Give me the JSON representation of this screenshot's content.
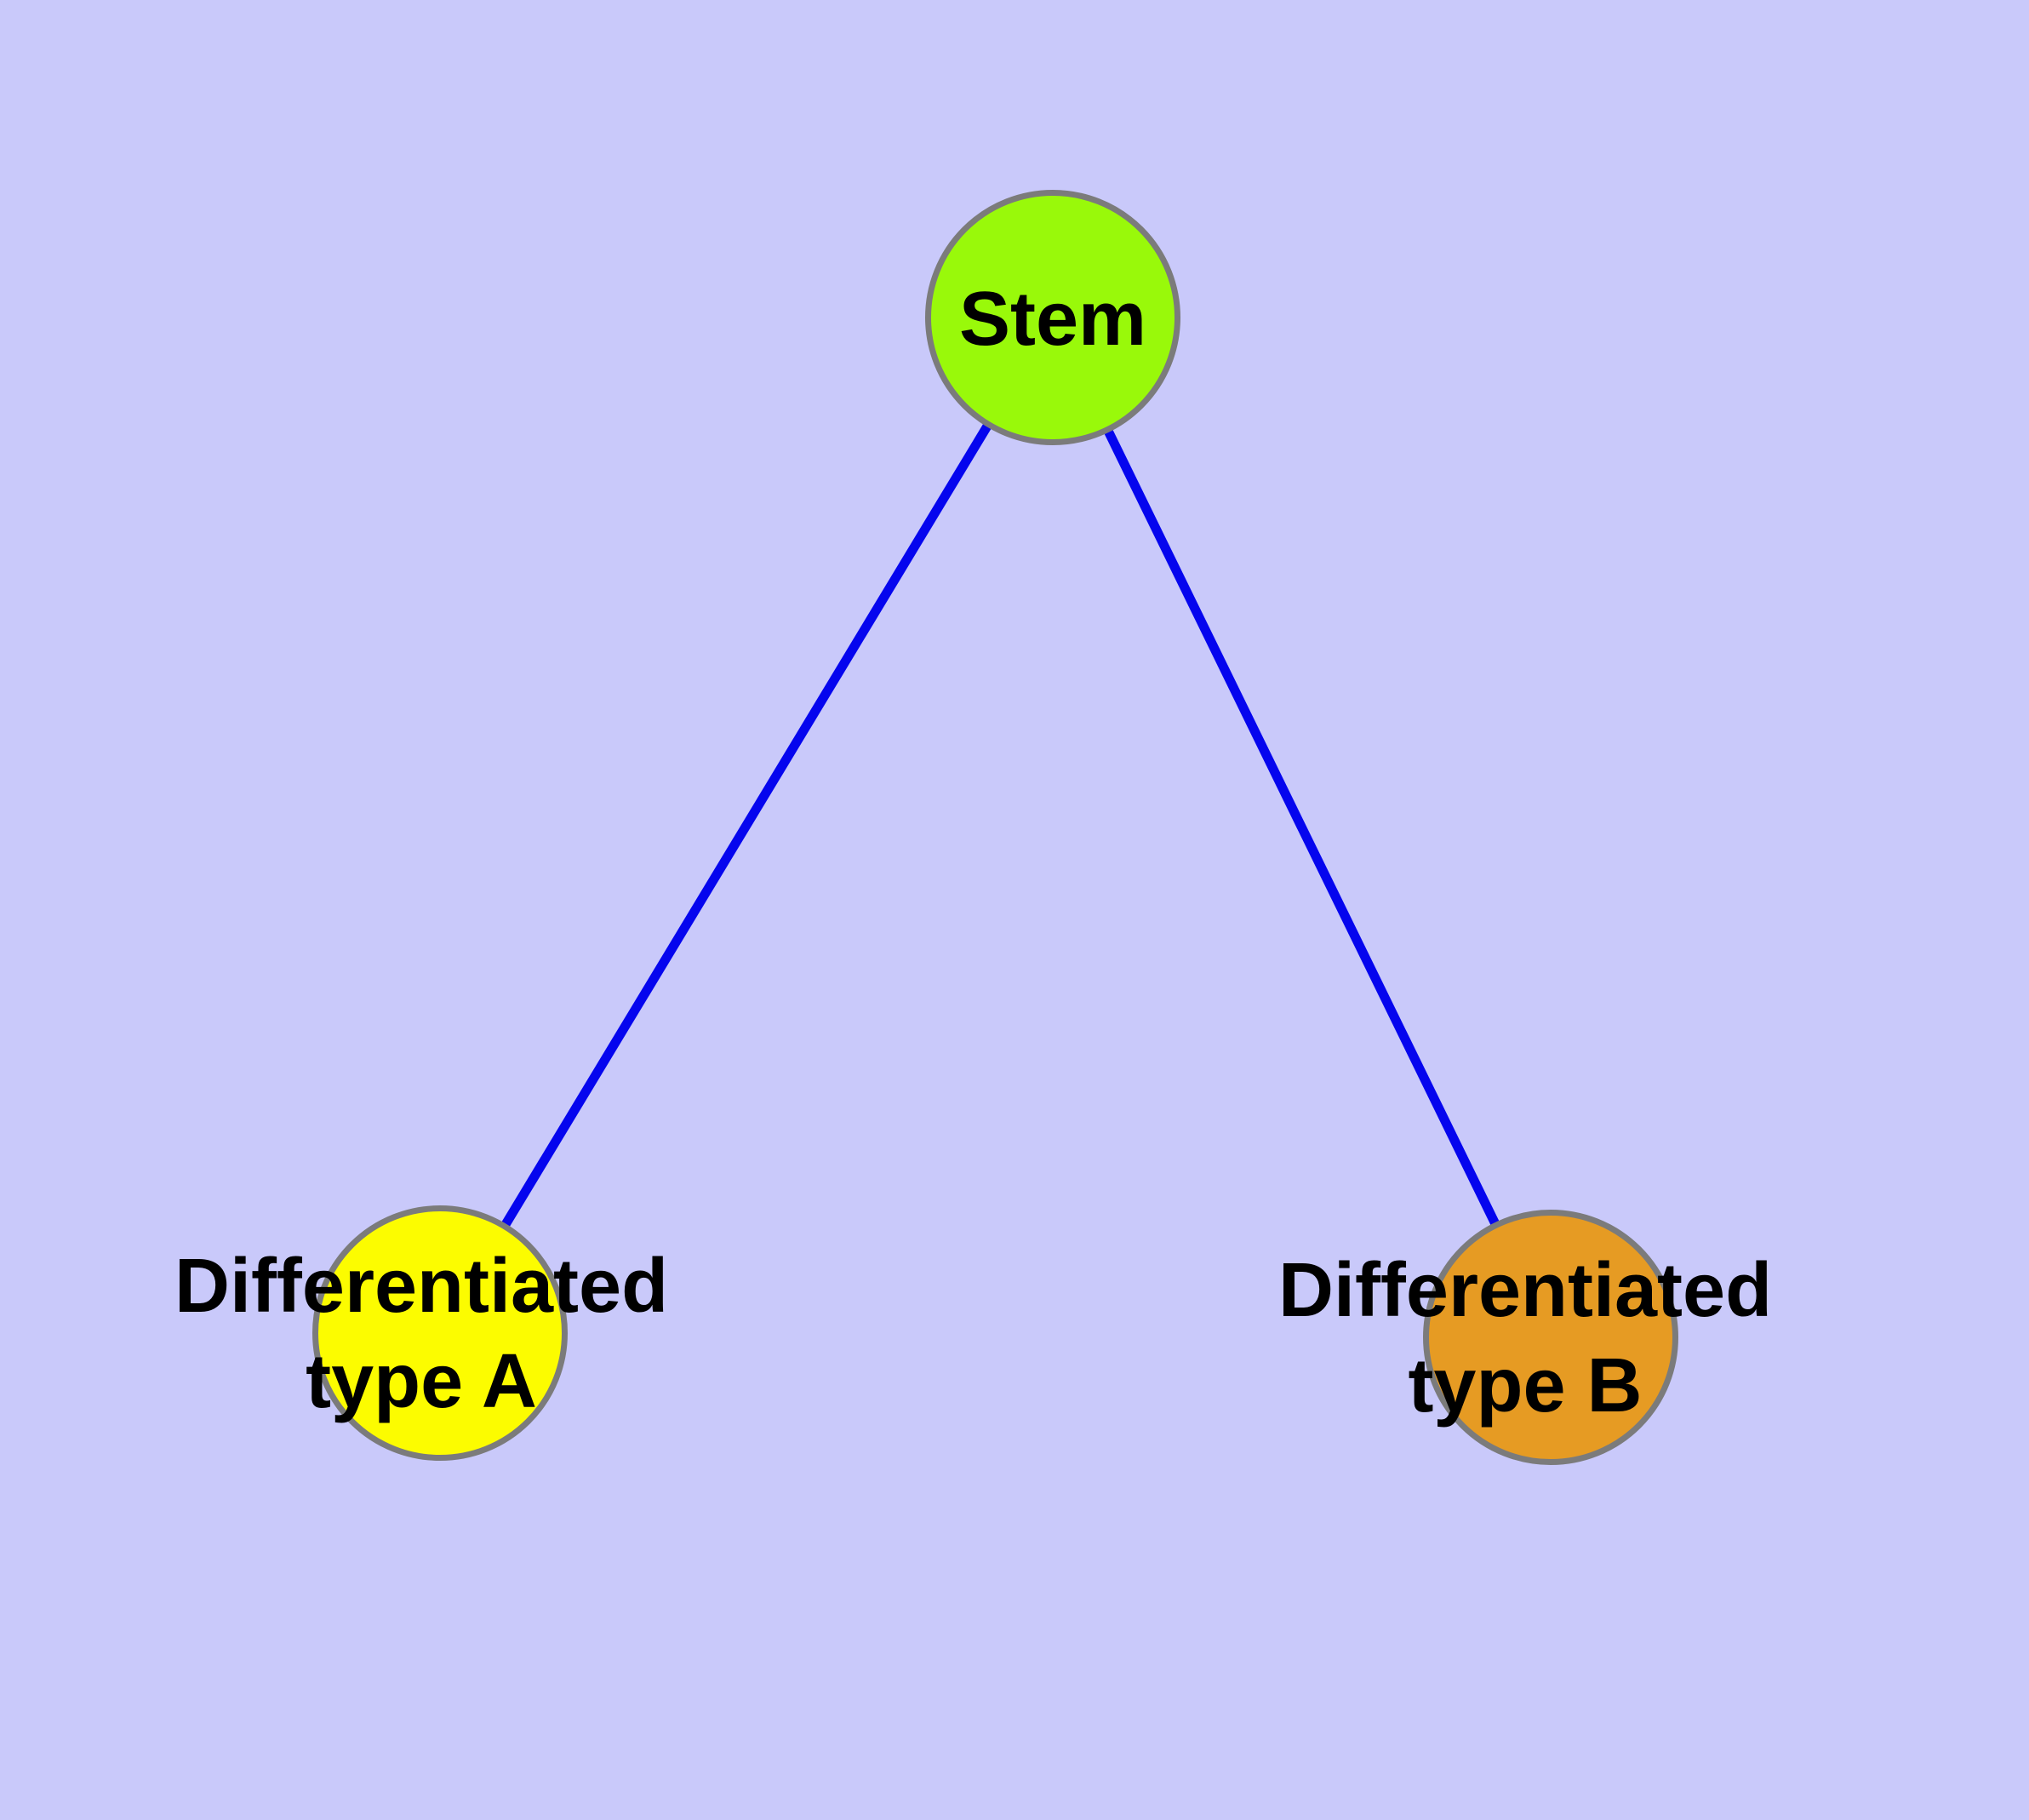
{
  "diagram": {
    "description": "Cell differentiation graph with a stem node connected to two differentiated type nodes",
    "background_color": "#C9C9FA",
    "edge_color": "#0505EE",
    "node_border_color": "#7B7B7B",
    "text_color": "#000000",
    "nodes": [
      {
        "id": "stem",
        "label": "Stem",
        "lines": [
          "Stem"
        ],
        "fill": "#99F90A"
      },
      {
        "id": "type-a",
        "label": "Differentiated type A",
        "lines": [
          "Differentiated",
          "type A"
        ],
        "fill": "#FCFC00"
      },
      {
        "id": "type-b",
        "label": "Differentiated type B",
        "lines": [
          "Differentiated",
          "type B"
        ],
        "fill": "#E69B23"
      }
    ],
    "edges": [
      {
        "from": "Stem",
        "to": "Differentiated type A"
      },
      {
        "from": "Stem",
        "to": "Differentiated type B"
      }
    ]
  }
}
